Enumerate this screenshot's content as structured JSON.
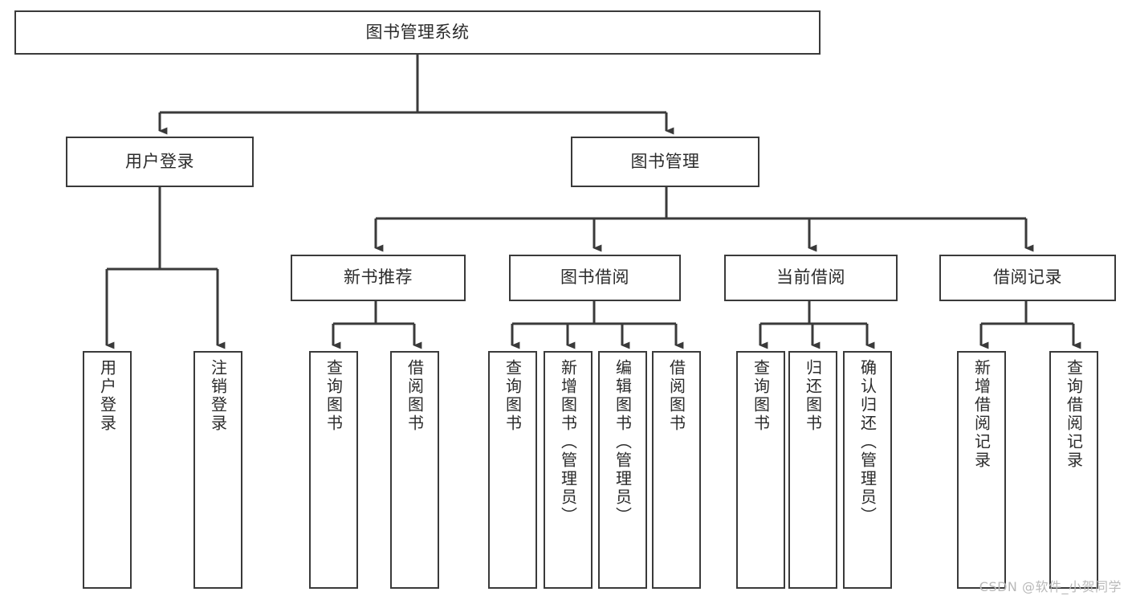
{
  "diagram": {
    "type": "hierarchy-tree",
    "title": "图书管理系统",
    "watermark": "CSDN @软件_小贺同学",
    "colors": {
      "box_border": "#3a3a3a",
      "box_fill": "#ffffff",
      "connector": "#3a3a3a",
      "text": "#2b2b2b",
      "watermark": "#b9b9b9",
      "background": "#ffffff"
    },
    "root": {
      "label": "图书管理系统"
    },
    "level2": [
      {
        "label": "用户登录"
      },
      {
        "label": "图书管理"
      }
    ],
    "level3": [
      {
        "label": "新书推荐"
      },
      {
        "label": "图书借阅"
      },
      {
        "label": "当前借阅"
      },
      {
        "label": "借阅记录"
      }
    ],
    "leaves": {
      "user_login": [
        {
          "label": "用户登录"
        },
        {
          "label": "注销登录"
        }
      ],
      "new_book_recommend": [
        {
          "label": "查询图书"
        },
        {
          "label": "借阅图书"
        }
      ],
      "book_borrow": [
        {
          "label": "查询图书"
        },
        {
          "label": "新增图书（管理员）"
        },
        {
          "label": "编辑图书（管理员）"
        },
        {
          "label": "借阅图书"
        }
      ],
      "current_borrow": [
        {
          "label": "查询图书"
        },
        {
          "label": "归还图书"
        },
        {
          "label": "确认归还（管理员）"
        }
      ],
      "borrow_record": [
        {
          "label": "新增借阅记录"
        },
        {
          "label": "查询借阅记录"
        }
      ]
    }
  }
}
